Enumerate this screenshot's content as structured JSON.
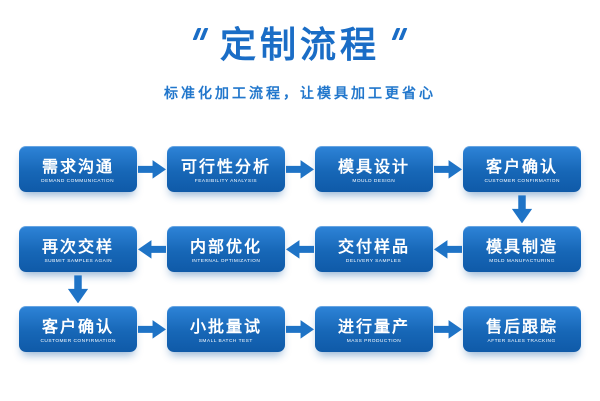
{
  "header": {
    "title": "定制流程",
    "subtitle": "标准化加工流程，让模具加工更省心"
  },
  "colors": {
    "primary_blue": "#1a6dc6",
    "box_gradient_top": "#2e84d8",
    "box_gradient_bottom": "#0f5aa8",
    "arrow_blue": "#1e73c6",
    "background": "#ffffff"
  },
  "flow": {
    "rows": [
      {
        "direction": "right",
        "steps": [
          {
            "cn": "需求沟通",
            "en": "DEMAND COMMUNICATION"
          },
          {
            "cn": "可行性分析",
            "en": "FEASIBILITY ANALYSIS"
          },
          {
            "cn": "模具设计",
            "en": "MOULD DESIGN"
          },
          {
            "cn": "客户确认",
            "en": "CUSTOMER CONFIRMATION"
          }
        ]
      },
      {
        "direction": "left",
        "steps": [
          {
            "cn": "再次交样",
            "en": "SUBMIT SAMPLES AGAIN"
          },
          {
            "cn": "内部优化",
            "en": "INTERNAL OPTIMIZATION"
          },
          {
            "cn": "交付样品",
            "en": "DELIVERY SAMPLES"
          },
          {
            "cn": "模具制造",
            "en": "MOLD MANUFACTURING"
          }
        ]
      },
      {
        "direction": "right",
        "steps": [
          {
            "cn": "客户确认",
            "en": "CUSTOMER CONFIRMATION"
          },
          {
            "cn": "小批量试",
            "en": "SMALL BATCH TEST"
          },
          {
            "cn": "进行量产",
            "en": "MASS PRODUCTION"
          },
          {
            "cn": "售后跟踪",
            "en": "AFTER SALES TRACKING"
          }
        ]
      }
    ]
  }
}
